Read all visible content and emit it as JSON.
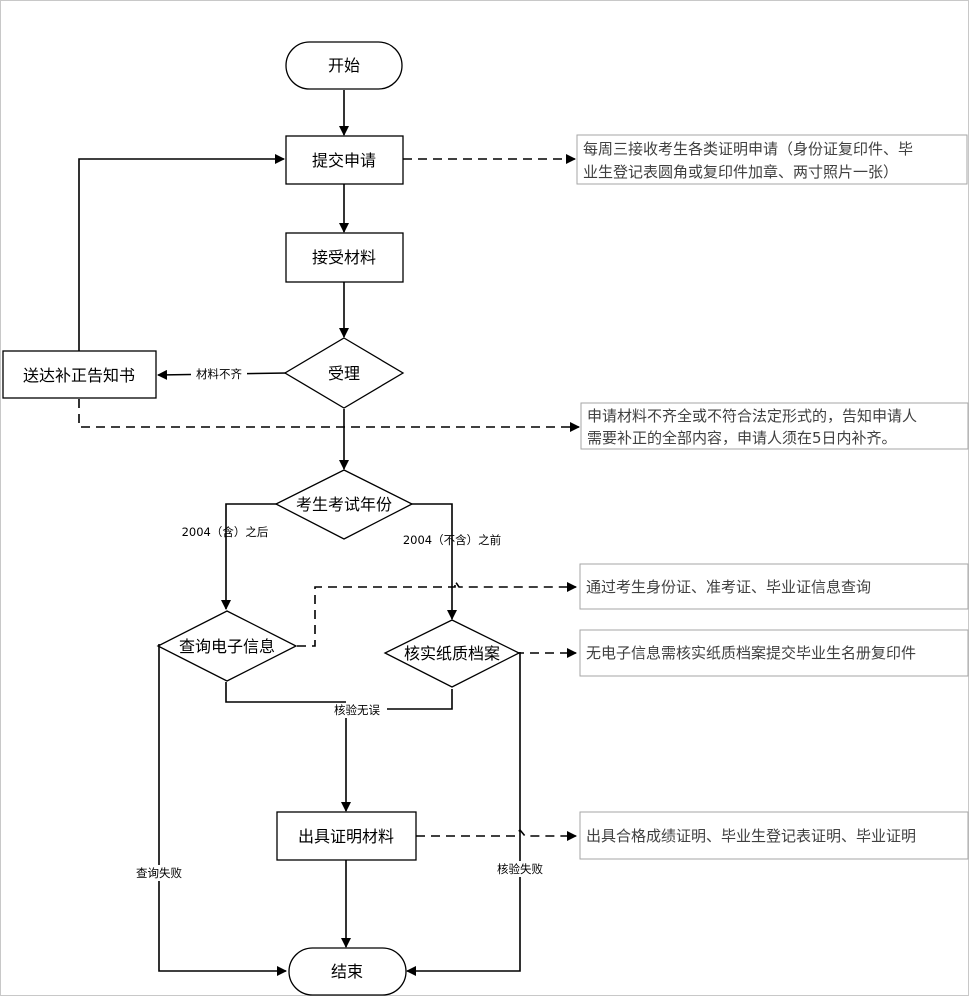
{
  "nodes": {
    "start": "开始",
    "submit": "提交申请",
    "receive": "接受材料",
    "accept": "受理",
    "notify": "送达补正告知书",
    "exam_year": "考生考试年份",
    "query": "查询电子信息",
    "verify": "核实纸质档案",
    "issue": "出具证明材料",
    "end": "结束"
  },
  "edge_labels": {
    "incomplete": "材料不齐",
    "after_2004": "2004（含）之后",
    "before_2004": "2004（不含）之前",
    "verified_ok": "核验无误",
    "query_failed": "查询失败",
    "verify_failed": "核验失败"
  },
  "notes": {
    "submit_line1": "每周三接收考生各类证明申请（身份证复印件、毕",
    "submit_line2": "业生登记表圆角或复印件加章、两寸照片一张）",
    "notify_line1": "申请材料不齐全或不符合法定形式的，告知申请人",
    "notify_line2": "需要补正的全部内容，申请人须在5日内补齐。",
    "query": "通过考生身份证、准考证、毕业证信息查询",
    "verify": "无电子信息需核实纸质档案提交毕业生名册复印件",
    "issue": "出具合格成绩证明、毕业生登记表证明、毕业证明"
  }
}
